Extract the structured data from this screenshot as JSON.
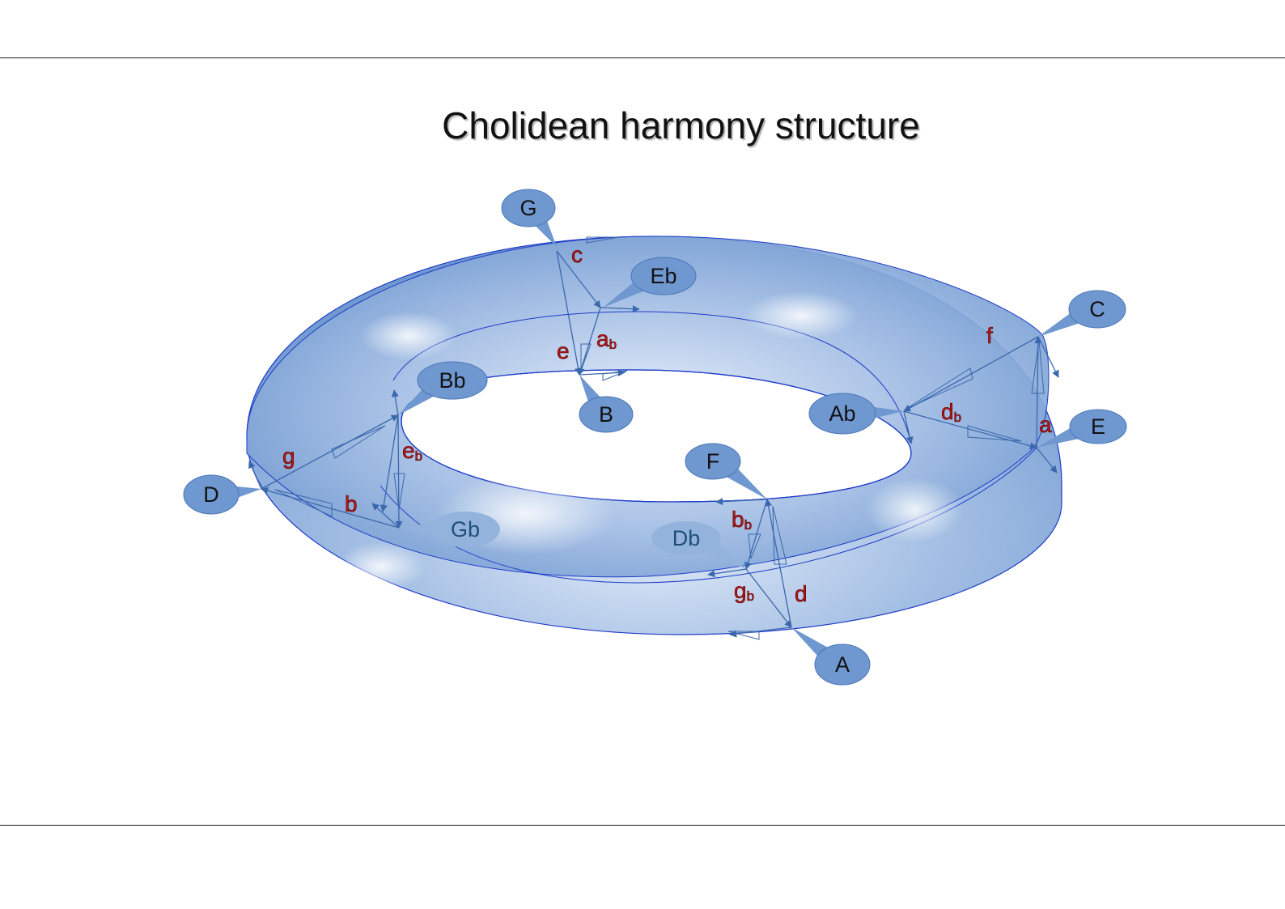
{
  "title": "Cholidean harmony structure",
  "colors": {
    "torus_fill": "#6f98d0",
    "torus_outline": "#1e3cc8",
    "bubble_fill": "#6f98d0",
    "bubble_faint": "#93b3dd",
    "arrow": "#3a68ad",
    "edge_label": "#b01818"
  },
  "nodes": [
    "G",
    "Eb",
    "C",
    "Bb",
    "B",
    "Ab",
    "E",
    "D",
    "F",
    "Gb",
    "Db",
    "A"
  ],
  "edges": [
    {
      "label": "c",
      "sub": ""
    },
    {
      "label": "a",
      "sub": "b"
    },
    {
      "label": "e",
      "sub": ""
    },
    {
      "label": "f",
      "sub": ""
    },
    {
      "label": "d",
      "sub": "b"
    },
    {
      "label": "a",
      "sub": ""
    },
    {
      "label": "g",
      "sub": ""
    },
    {
      "label": "e",
      "sub": "b"
    },
    {
      "label": "b",
      "sub": ""
    },
    {
      "label": "b",
      "sub": "b"
    },
    {
      "label": "g",
      "sub": "b"
    },
    {
      "label": "d",
      "sub": ""
    }
  ]
}
